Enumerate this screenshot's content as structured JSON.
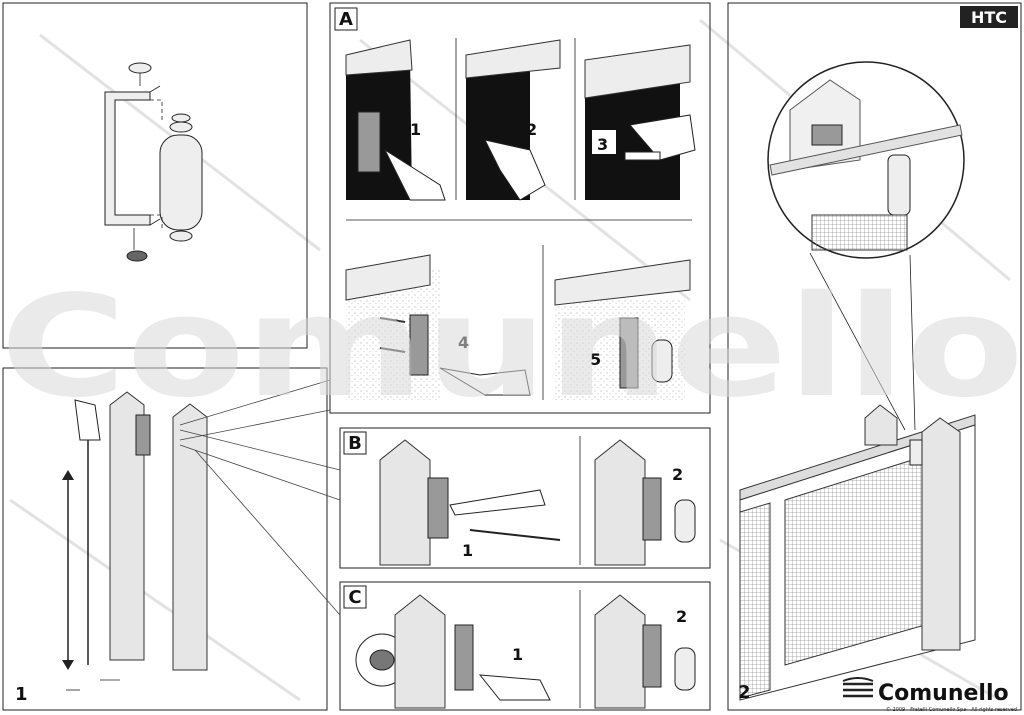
{
  "brand_top": "HTC",
  "watermark": "Comunello",
  "panels": {
    "a": "A",
    "b": "B",
    "c": "C"
  },
  "steps": {
    "a1": "1",
    "a2": "2",
    "a3": "3",
    "a4": "4",
    "a5": "5",
    "b1": "1",
    "b2": "2",
    "c1": "1",
    "c2": "2"
  },
  "figures": {
    "fig1": "1",
    "fig2": "2"
  },
  "footer": {
    "logo": "Comunello",
    "copyright": "© 2009 - Fratelli Comunello Spa - All rights reserved"
  }
}
